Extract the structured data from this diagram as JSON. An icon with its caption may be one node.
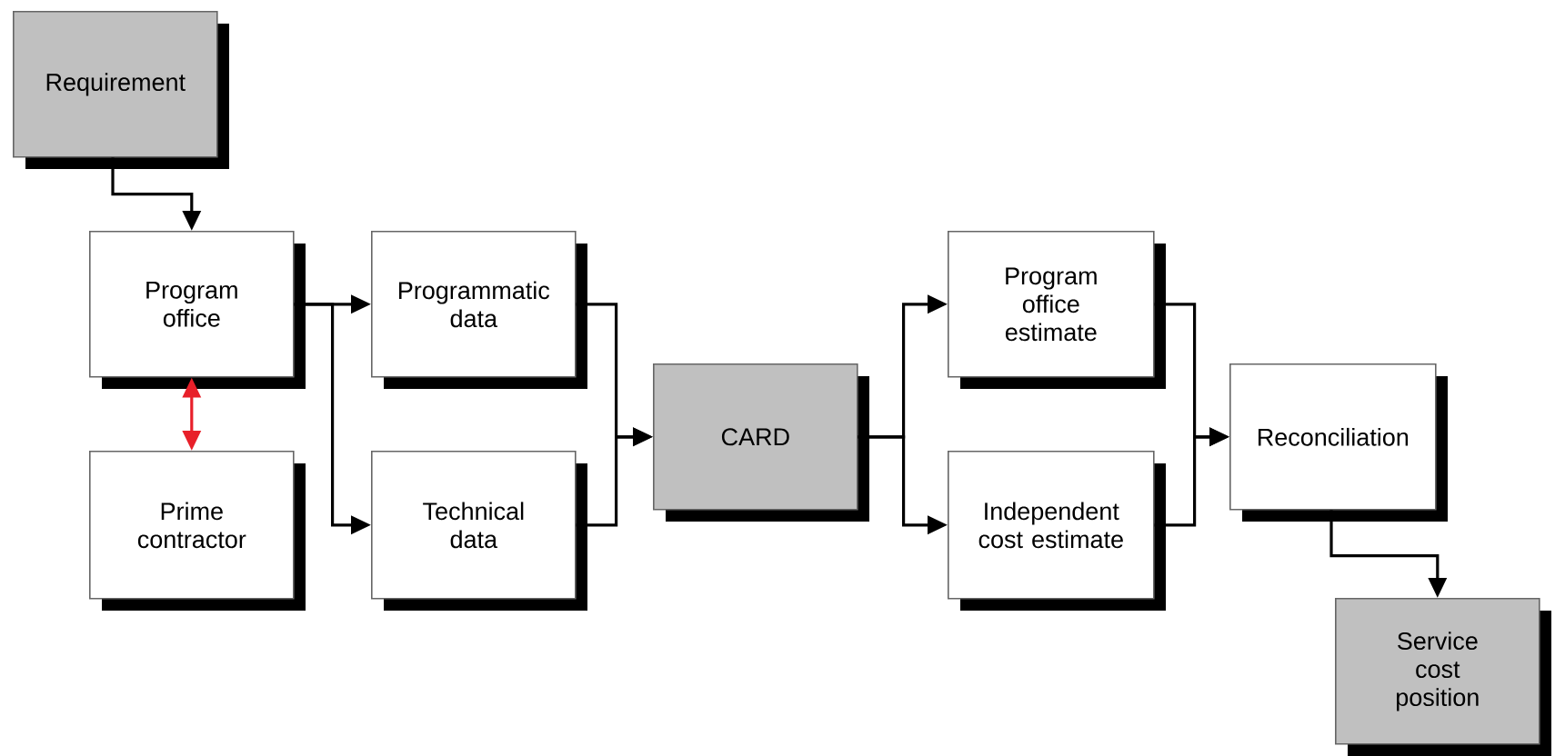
{
  "diagram": {
    "nodes": [
      {
        "text": [
          "Requirement"
        ]
      },
      {
        "text": [
          "Program office"
        ]
      },
      {
        "text": [
          "Prime contractor"
        ]
      },
      {
        "text": [
          "Programmatic data"
        ]
      },
      {
        "text": [
          "Technical data"
        ]
      },
      {
        "text": [
          "CARD"
        ]
      },
      {
        "text": [
          "Program office estimate"
        ]
      },
      {
        "text": [
          "Independent cost estimate"
        ]
      },
      {
        "text": [
          "Reconciliation"
        ]
      },
      {
        "text": [
          "Service cost position"
        ]
      }
    ],
    "edges": [
      {
        "from": 0,
        "to": 1,
        "arrow": "to"
      },
      {
        "from": 1,
        "to": 2,
        "arrow": "both",
        "color": "#e8202a"
      },
      {
        "from": 1,
        "to": 3,
        "arrow": "to"
      },
      {
        "from": 1,
        "to": 4,
        "arrow": "to"
      },
      {
        "from": 3,
        "to": 5,
        "arrow": "to"
      },
      {
        "from": 4,
        "to": 5,
        "arrow": "to"
      },
      {
        "from": 5,
        "to": 6,
        "arrow": "to"
      },
      {
        "from": 5,
        "to": 7,
        "arrow": "to"
      },
      {
        "from": 6,
        "to": 8,
        "arrow": "to"
      },
      {
        "from": 7,
        "to": 8,
        "arrow": "to"
      },
      {
        "from": 8,
        "to": 9,
        "arrow": "to"
      }
    ]
  }
}
